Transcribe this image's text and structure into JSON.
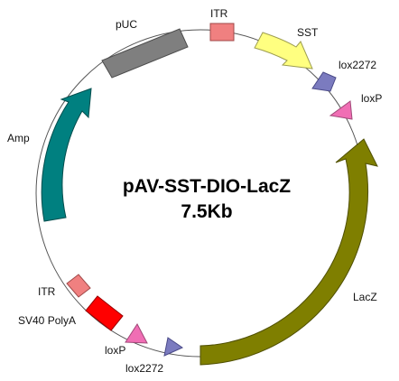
{
  "map": {
    "title": "pAV-SST-DIO-LacZ",
    "size": "7.5Kb"
  },
  "colors": {
    "backbone": "#555555",
    "puc": "#7f7f7f",
    "itr": "#f08080",
    "sst": "#ffff80",
    "lox2272": "#7b7bbf",
    "loxp": "#f06eb4",
    "lacz": "#7f7f00",
    "sv40_polya": "#ff0000",
    "amp": "#008080"
  },
  "features": {
    "puc": {
      "label": "pUC",
      "color": "#7f7f7f",
      "icon": "block"
    },
    "itr_top": {
      "label": "ITR",
      "color": "#f08080",
      "icon": "block"
    },
    "sst": {
      "label": "SST",
      "color": "#ffff80",
      "icon": "arrow-clockwise"
    },
    "lox2272_top": {
      "label": "lox2272",
      "color": "#7b7bbf",
      "icon": "triangle"
    },
    "loxp_top": {
      "label": "loxP",
      "color": "#f06eb4",
      "icon": "triangle"
    },
    "lacz": {
      "label": "LacZ",
      "color": "#7f7f00",
      "icon": "arrow-counterclockwise"
    },
    "lox2272_bottom": {
      "label": "lox2272",
      "color": "#7b7bbf",
      "icon": "triangle"
    },
    "loxp_bottom": {
      "label": "loxP",
      "color": "#f06eb4",
      "icon": "triangle"
    },
    "sv40_polya": {
      "label": "SV40 PolyA",
      "color": "#ff0000",
      "icon": "block"
    },
    "itr_bottom": {
      "label": "ITR",
      "color": "#f08080",
      "icon": "block"
    },
    "amp": {
      "label": "Amp",
      "color": "#008080",
      "icon": "arrow-clockwise"
    }
  }
}
